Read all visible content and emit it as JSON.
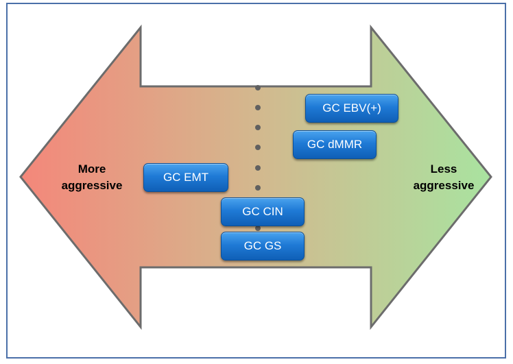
{
  "diagram": {
    "left_label": [
      "More",
      "aggressive"
    ],
    "right_label": [
      "Less",
      "aggressive"
    ],
    "subtypes": [
      "GC EBV(+)",
      "GC dMMR",
      "GC EMT",
      "GC CIN",
      "GC GS"
    ]
  },
  "colors": {
    "aggressive_end": "#f4877a",
    "less_aggressive_end": "#a9e3a0",
    "arrow_outline": "#6c6c6c",
    "pill_blue": "#1f7ad6",
    "divider_dot": "#606060",
    "frame_border": "#4a6fa8"
  }
}
